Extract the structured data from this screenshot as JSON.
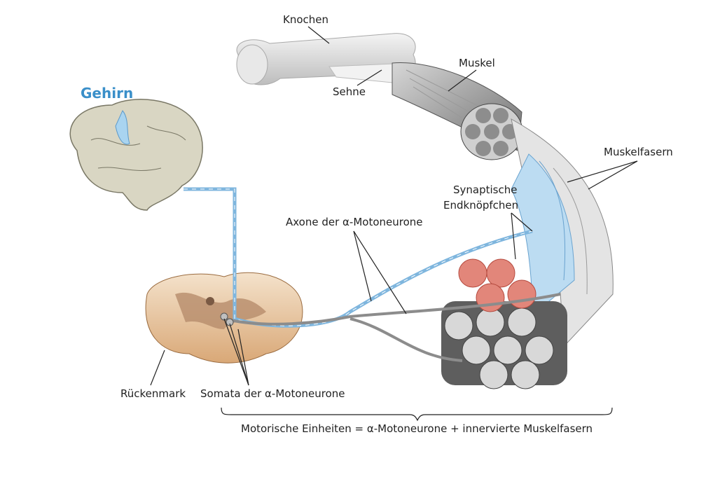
{
  "labels": {
    "brain": "Gehirn",
    "bone": "Knochen",
    "tendon": "Sehne",
    "muscle": "Muskel",
    "muscle_fibers": "Muskelfasern",
    "synaptic_line1": "Synaptische",
    "synaptic_line2": "Endknöpfchen",
    "axons": "Axone der α-Motoneurone",
    "spinal_cord": "Rückenmark",
    "somata": "Somata der α-Motoneurone",
    "formula": "Motorische Einheiten = α-Motoneurone + innervierte Muskelfasern"
  },
  "colors": {
    "brain_title": "#3a8fc9",
    "brain": "#d9d6c3",
    "brain_region": "#a9d4f0",
    "nerve_blue": "#7fb6de",
    "nerve_gray": "#8c8c8c",
    "spinal": "#efd6b8",
    "fiber_red": "#e2867a",
    "fiber_blue": "#bcdcf2",
    "bone": "#e6e6e6"
  }
}
